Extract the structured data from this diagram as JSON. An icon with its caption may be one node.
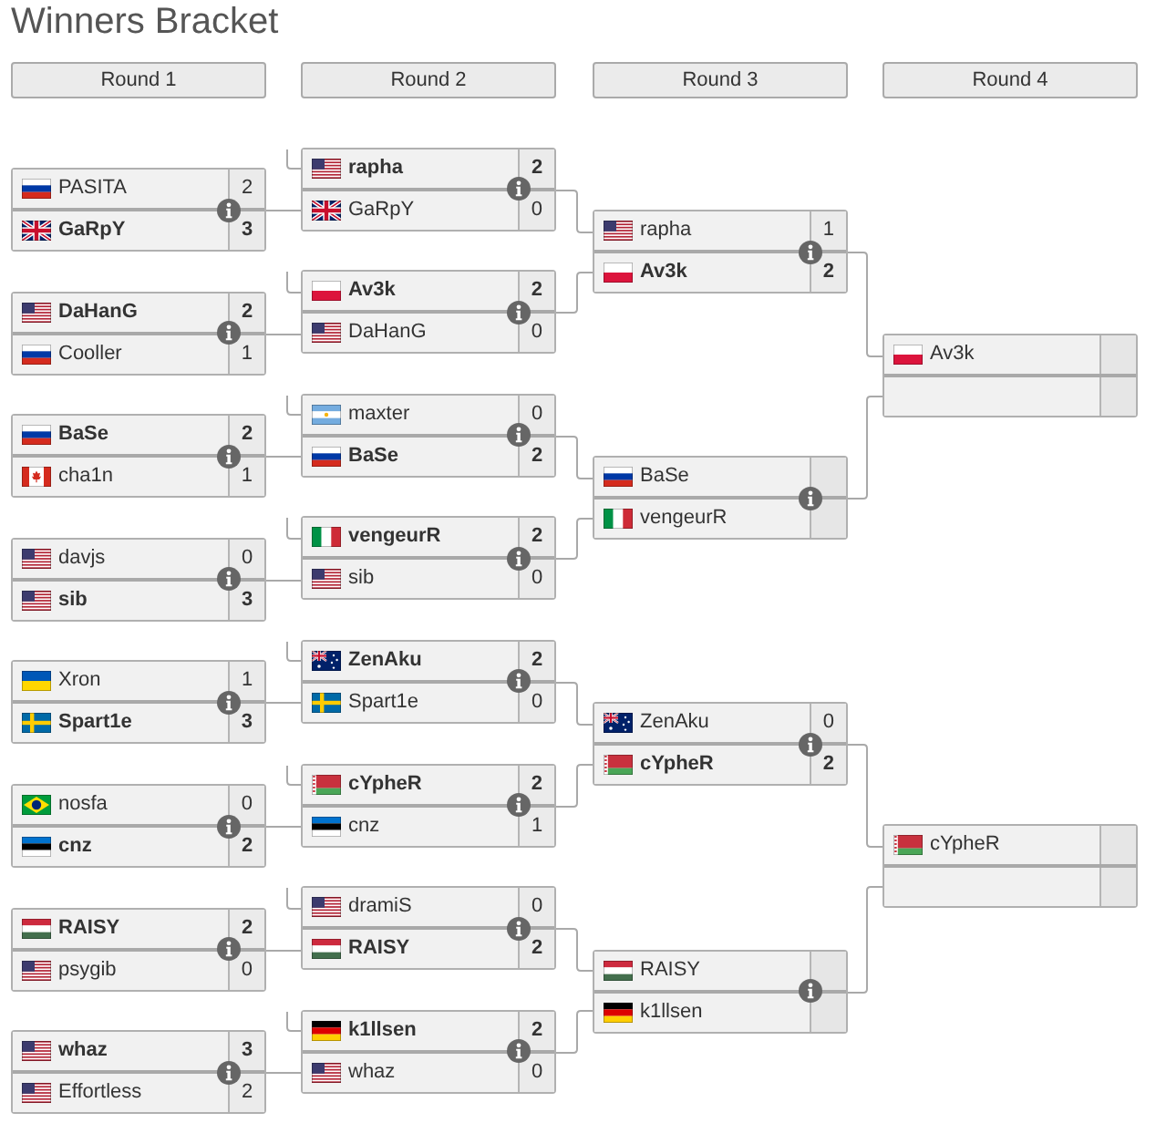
{
  "diagram": {
    "title": "Winners Bracket",
    "nodes": [
      {
        "text": [
          "Round 1"
        ]
      },
      {
        "text": [
          "Round 2"
        ]
      },
      {
        "text": [
          "Round 3"
        ]
      },
      {
        "text": [
          "Round 4"
        ]
      },
      {
        "text": [],
        "shape": "box"
      },
      {
        "text": [
          "PASITA",
          "2"
        ],
        "in": 4
      },
      {
        "text": [
          "GaRpY",
          "3"
        ],
        "in": 4
      },
      {
        "text": [],
        "shape": "box"
      },
      {
        "text": [
          "DaHanG",
          "2"
        ],
        "in": 7
      },
      {
        "text": [
          "Cooller",
          "1"
        ],
        "in": 7
      },
      {
        "text": [],
        "shape": "box"
      },
      {
        "text": [
          "BaSe",
          "2"
        ],
        "in": 10
      },
      {
        "text": [
          "cha1n",
          "1"
        ],
        "in": 10
      },
      {
        "text": [],
        "shape": "box"
      },
      {
        "text": [
          "davjs",
          "0"
        ],
        "in": 13
      },
      {
        "text": [
          "sib",
          "3"
        ],
        "in": 13
      },
      {
        "text": [],
        "shape": "box"
      },
      {
        "text": [
          "Xron",
          "1"
        ],
        "in": 16
      },
      {
        "text": [
          "Spart1e",
          "3"
        ],
        "in": 16
      },
      {
        "text": [],
        "shape": "box"
      },
      {
        "text": [
          "nosfa",
          "0"
        ],
        "in": 19
      },
      {
        "text": [
          "cnz",
          "2"
        ],
        "in": 19
      },
      {
        "text": [],
        "shape": "box"
      },
      {
        "text": [
          "RAISY",
          "2"
        ],
        "in": 22
      },
      {
        "text": [
          "psygib",
          "0"
        ],
        "in": 22
      },
      {
        "text": [],
        "shape": "box"
      },
      {
        "text": [
          "whaz",
          "3"
        ],
        "in": 25
      },
      {
        "text": [
          "Effortless",
          "2"
        ],
        "in": 25
      },
      {
        "text": [],
        "shape": "box"
      },
      {
        "text": [
          "rapha",
          "2"
        ],
        "in": 28
      },
      {
        "text": [
          "GaRpY",
          "0"
        ],
        "in": 28
      },
      {
        "text": [],
        "shape": "box"
      },
      {
        "text": [
          "Av3k",
          "2"
        ],
        "in": 31
      },
      {
        "text": [
          "DaHanG",
          "0"
        ],
        "in": 31
      },
      {
        "text": [],
        "shape": "box"
      },
      {
        "text": [
          "maxter",
          "0"
        ],
        "in": 34
      },
      {
        "text": [
          "BaSe",
          "2"
        ],
        "in": 34
      },
      {
        "text": [],
        "shape": "box"
      },
      {
        "text": [
          "vengeurR",
          "2"
        ],
        "in": 37
      },
      {
        "text": [
          "sib",
          "0"
        ],
        "in": 37
      },
      {
        "text": [],
        "shape": "box"
      },
      {
        "text": [
          "ZenAku",
          "2"
        ],
        "in": 40
      },
      {
        "text": [
          "Spart1e",
          "0"
        ],
        "in": 40
      },
      {
        "text": [],
        "shape": "box"
      },
      {
        "text": [
          "cYpheR",
          "2"
        ],
        "in": 43
      },
      {
        "text": [
          "cnz",
          "1"
        ],
        "in": 43
      },
      {
        "text": [],
        "shape": "box"
      },
      {
        "text": [
          "dramiS",
          "0"
        ],
        "in": 46
      },
      {
        "text": [
          "RAISY",
          "2"
        ],
        "in": 46
      },
      {
        "text": [],
        "shape": "box"
      },
      {
        "text": [
          "k1llsen",
          "2"
        ],
        "in": 49
      },
      {
        "text": [
          "whaz",
          "0"
        ],
        "in": 49
      },
      {
        "text": [],
        "shape": "box"
      },
      {
        "text": [
          "rapha",
          "1"
        ],
        "in": 52
      },
      {
        "text": [
          "Av3k",
          "2"
        ],
        "in": 52
      },
      {
        "text": [],
        "shape": "box"
      },
      {
        "text": [
          "BaSe"
        ],
        "in": 55
      },
      {
        "text": [
          "vengeurR"
        ],
        "in": 55
      },
      {
        "text": [],
        "shape": "box"
      },
      {
        "text": [
          "ZenAku",
          "0"
        ],
        "in": 58
      },
      {
        "text": [
          "cYpheR",
          "2"
        ],
        "in": 58
      },
      {
        "text": [],
        "shape": "box"
      },
      {
        "text": [
          "RAISY"
        ],
        "in": 61
      },
      {
        "text": [
          "k1llsen"
        ],
        "in": 61
      },
      {
        "text": [],
        "shape": "box"
      },
      {
        "text": [
          "Av3k"
        ],
        "in": 64
      },
      {
        "text": [],
        "shape": "box",
        "in": 64
      },
      {
        "text": [],
        "shape": "box"
      },
      {
        "text": [
          "cYpheR"
        ],
        "in": 67
      },
      {
        "text": [],
        "shape": "box",
        "in": 67
      }
    ],
    "edges": [
      {
        "from": null,
        "to": 29,
        "arrow": "none"
      },
      {
        "from": 4,
        "to": 30,
        "arrow": "none"
      },
      {
        "from": null,
        "to": 32,
        "arrow": "none"
      },
      {
        "from": 7,
        "to": 33,
        "arrow": "none"
      },
      {
        "from": null,
        "to": 35,
        "arrow": "none"
      },
      {
        "from": 10,
        "to": 36,
        "arrow": "none"
      },
      {
        "from": null,
        "to": 38,
        "arrow": "none"
      },
      {
        "from": 13,
        "to": 39,
        "arrow": "none"
      },
      {
        "from": null,
        "to": 41,
        "arrow": "none"
      },
      {
        "from": 16,
        "to": 42,
        "arrow": "none"
      },
      {
        "from": null,
        "to": 44,
        "arrow": "none"
      },
      {
        "from": 19,
        "to": 45,
        "arrow": "none"
      },
      {
        "from": null,
        "to": 47,
        "arrow": "none"
      },
      {
        "from": 22,
        "to": 48,
        "arrow": "none"
      },
      {
        "from": null,
        "to": 50,
        "arrow": "none"
      },
      {
        "from": 25,
        "to": 51,
        "arrow": "none"
      },
      {
        "from": 28,
        "to": 53,
        "arrow": "none"
      },
      {
        "from": 31,
        "to": 54,
        "arrow": "none"
      },
      {
        "from": 34,
        "to": 56,
        "arrow": "none"
      },
      {
        "from": 37,
        "to": 57,
        "arrow": "none"
      },
      {
        "from": 40,
        "to": 59,
        "arrow": "none"
      },
      {
        "from": 43,
        "to": 60,
        "arrow": "none"
      },
      {
        "from": 46,
        "to": 62,
        "arrow": "none"
      },
      {
        "from": 49,
        "to": 63,
        "arrow": "none"
      },
      {
        "from": 52,
        "to": 65,
        "arrow": "none"
      },
      {
        "from": 55,
        "to": 66,
        "arrow": "none"
      },
      {
        "from": 58,
        "to": 68,
        "arrow": "none"
      },
      {
        "from": 61,
        "to": 69,
        "arrow": "none"
      }
    ]
  }
}
